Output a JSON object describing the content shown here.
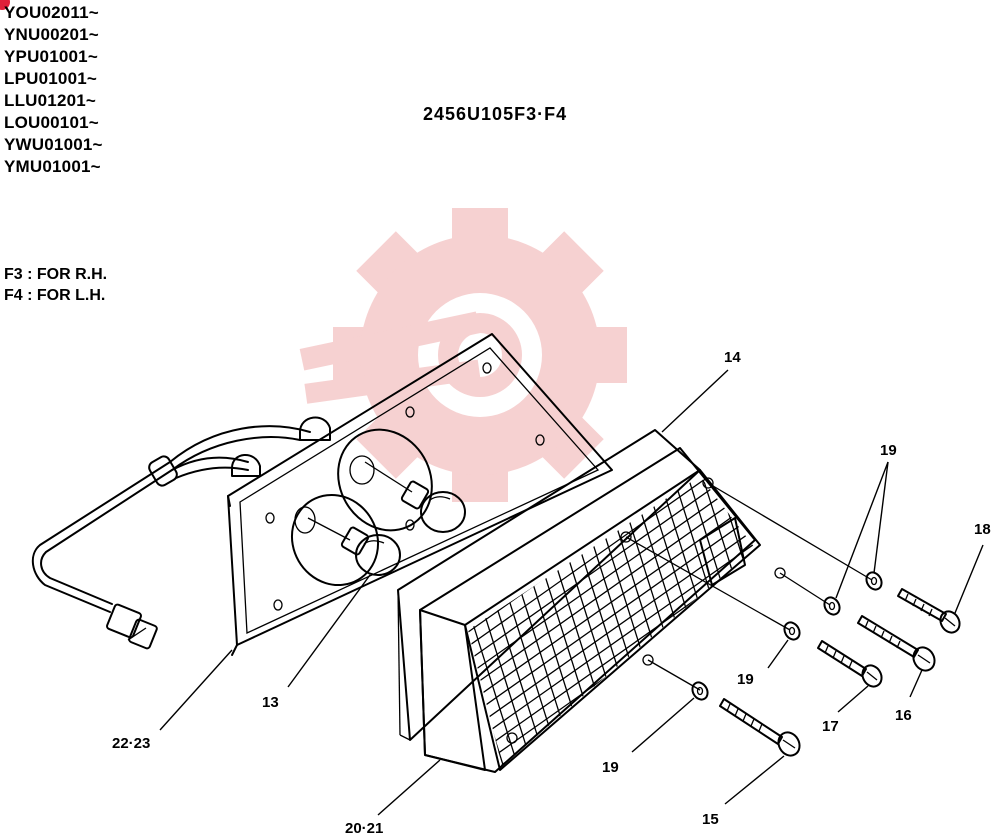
{
  "serial_numbers": [
    "YOU020⁠11~",
    "YNU00201~",
    "YPU01001~",
    "LPU01001~",
    "LLU01201~",
    "LOU00101~",
    "YWU01001~",
    "YMU01001~"
  ],
  "drawing_code": "2456U105F3·F4",
  "legend": [
    "F3 : FOR R.H.",
    "F4 : FOR L.H."
  ],
  "callouts": {
    "c14": "14",
    "c19a": "19",
    "c18": "18",
    "c19b": "19",
    "c17": "17",
    "c16": "16",
    "c13": "13",
    "c2223": "22·23",
    "c19c": "19",
    "c15": "15",
    "c2021": "20·21"
  },
  "colors": {
    "watermark": "#f4c2c2",
    "ink": "#000000",
    "badge": "#e0203a"
  }
}
